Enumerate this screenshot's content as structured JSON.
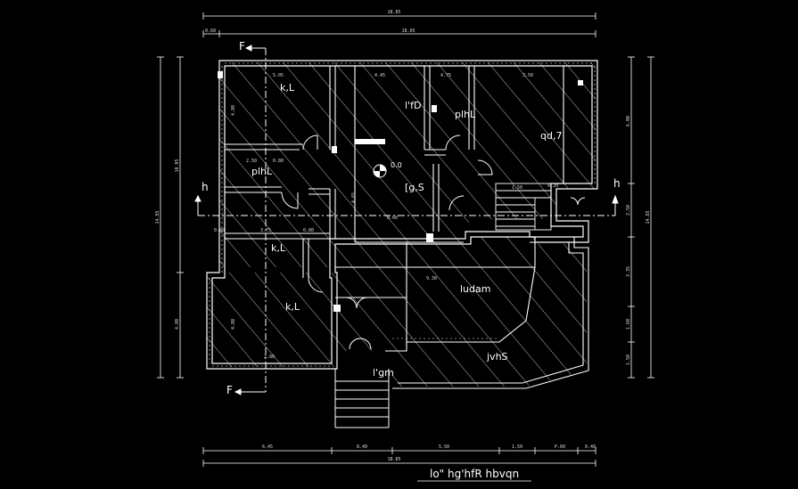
{
  "colors": {
    "background": "#000000",
    "lines": "#ffffff",
    "hatch": "#cfcfcf"
  },
  "plan_title": "lo\" hg'hfR hbvqn",
  "section_marks": {
    "top": "F",
    "bottom": "F",
    "left": "h",
    "right": "h"
  },
  "level_marker": "0.0",
  "rooms": {
    "kl_top": "k,L",
    "ifd": "l'fD",
    "plhl_center": "plhL",
    "qd": "qd,7",
    "plhl_left": "plhL",
    "gs": "[g,S",
    "kl_mid": "k,L",
    "kl_bottom": "k,L",
    "ludam": "ludam",
    "jvhs": "jvhS",
    "igm": "l'gm"
  },
  "dimensions": {
    "top_overall": "18.85",
    "top_left": "0.60",
    "top_main": "18.05",
    "bottom_overall": "18.85",
    "bottom_segments": [
      "6.45",
      "8.40",
      "5.50",
      "1.50",
      "P.60",
      "0.40"
    ],
    "left_overall": "14.85",
    "left_upper": "10.05",
    "left_lower": "4.80",
    "right_overall": "14.85",
    "right_segments": [
      "6.00",
      "2.50",
      "3.35",
      "1.60",
      "1.50"
    ],
    "interior": [
      "5.05",
      "4.45",
      "4.75",
      "3.50",
      "4.80",
      "2.50",
      "0.80",
      "3.75",
      "0.80",
      "0.40",
      "9.30",
      "4.80",
      "2.80",
      "0.60",
      "0.20",
      "4.65",
      "1.50"
    ]
  }
}
